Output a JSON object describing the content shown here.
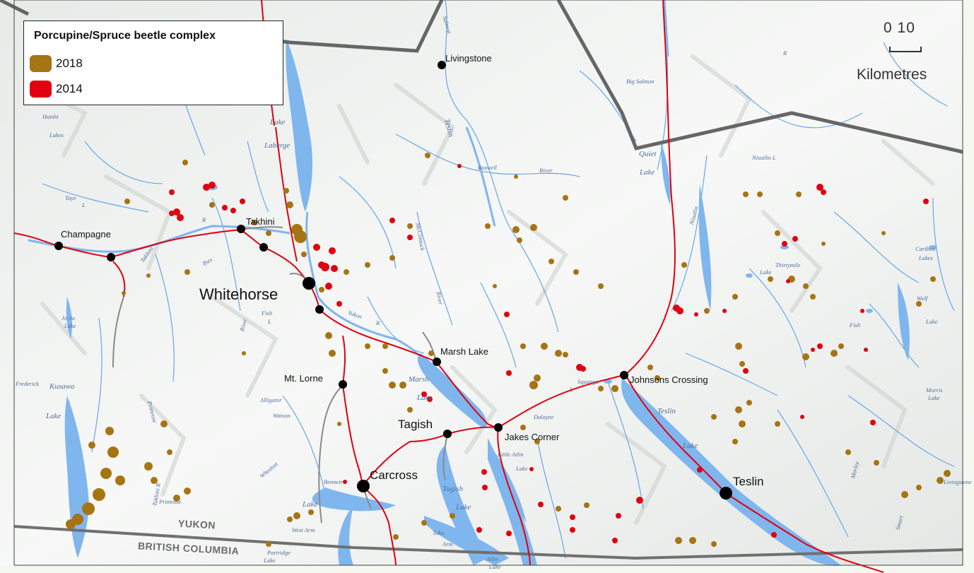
{
  "legend": {
    "title": "Porcupine/Spruce beetle complex",
    "items": [
      {
        "label": "2018",
        "color": "#a67413"
      },
      {
        "label": "2014",
        "color": "#e0000f"
      }
    ]
  },
  "scale": {
    "ticks": "0 10",
    "unit": "Kilometres"
  },
  "places": {
    "whitehorse": "Whitehorse",
    "champagne": "Champagne",
    "takhini": "Takhini",
    "livingstone": "Livingstone",
    "marsh_lake": "Marsh Lake",
    "mt_lorne": "Mt. Lorne",
    "johnsons_crossing": "Johnsons Crossing",
    "tagish": "Tagish",
    "jakes_corner": "Jakes Corner",
    "carcross": "Carcross",
    "teslin": "Teslin"
  },
  "regions": {
    "yukon": "YUKON",
    "british_columbia": "BRITISH COLUMBIA"
  },
  "water_labels": [
    "Lake",
    "Laberge",
    "Taye",
    "L",
    "Hutshi",
    "Lakes",
    "Teslin",
    "Boswell",
    "River",
    "Big Salmon",
    "Quiet",
    "Lake",
    "Nisutlin L",
    "Nisutlin",
    "Caribou",
    "Lakes",
    "Thirtymile",
    "Lake",
    "Wolf",
    "Lake",
    "Fish",
    "Morris",
    "Lake",
    "Squanga",
    "L",
    "Teslin",
    "Lake",
    "Dalayee",
    "Little Atlin",
    "Lake",
    "Tagish",
    "Lake",
    "Taku",
    "Arm",
    "Atlin",
    "Lake",
    "Bennett",
    "Lake",
    "West Arm",
    "Partridge",
    "Lake",
    "Marsh",
    "Lake",
    "Alligator",
    "Watson",
    "Primrose",
    "Kusawa",
    "Lake",
    "Frederick",
    "Jo-Jo",
    "Lake",
    "Fish",
    "L",
    "Ibex",
    "Takhini",
    "Yukon",
    "R",
    "River",
    "McClintock",
    "River",
    "R",
    "Takhini R",
    "Primrose",
    "Wheaton",
    "Smart",
    "Morley",
    "Livingstone",
    "Salmon",
    "R"
  ]
}
